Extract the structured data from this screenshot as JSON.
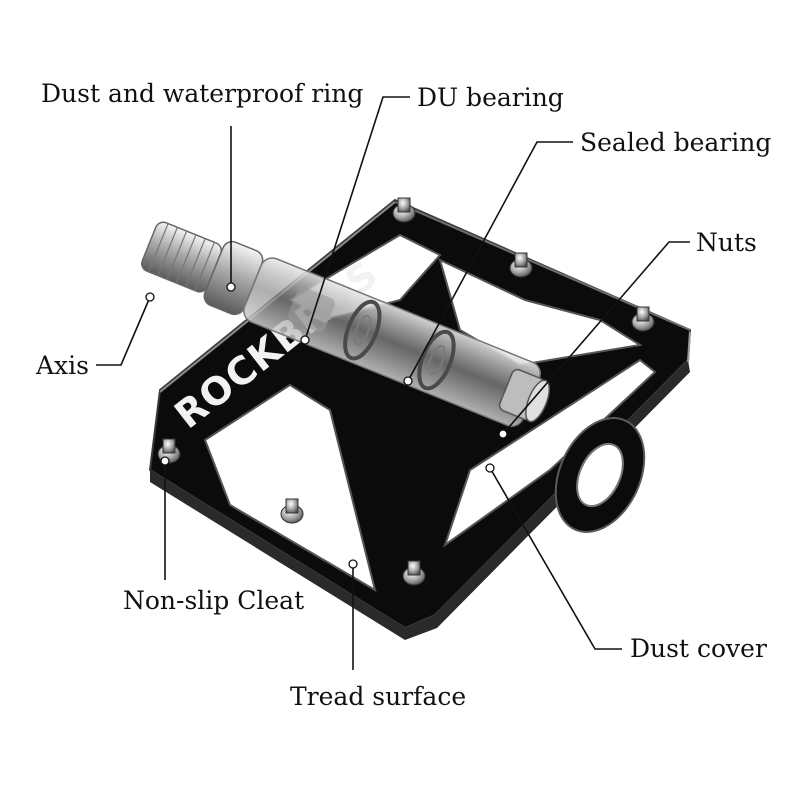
{
  "brand": {
    "text": "ROCKBROS"
  },
  "labels": {
    "dust_ring": "Dust and waterproof ring",
    "du_bearing": "DU bearing",
    "sealed_bearing": "Sealed bearing",
    "nuts": "Nuts",
    "axis": "Axis",
    "non_slip_cleat": "Non-slip Cleat",
    "tread_surface": "Tread surface",
    "dust_cover": "Dust cover"
  },
  "colors": {
    "body": "#0b0b0b",
    "edge_highlight": "#8a8a8a",
    "brand_text": "#f2f2f2",
    "spindle": "#c9c9c9",
    "label_text": "#111111"
  }
}
